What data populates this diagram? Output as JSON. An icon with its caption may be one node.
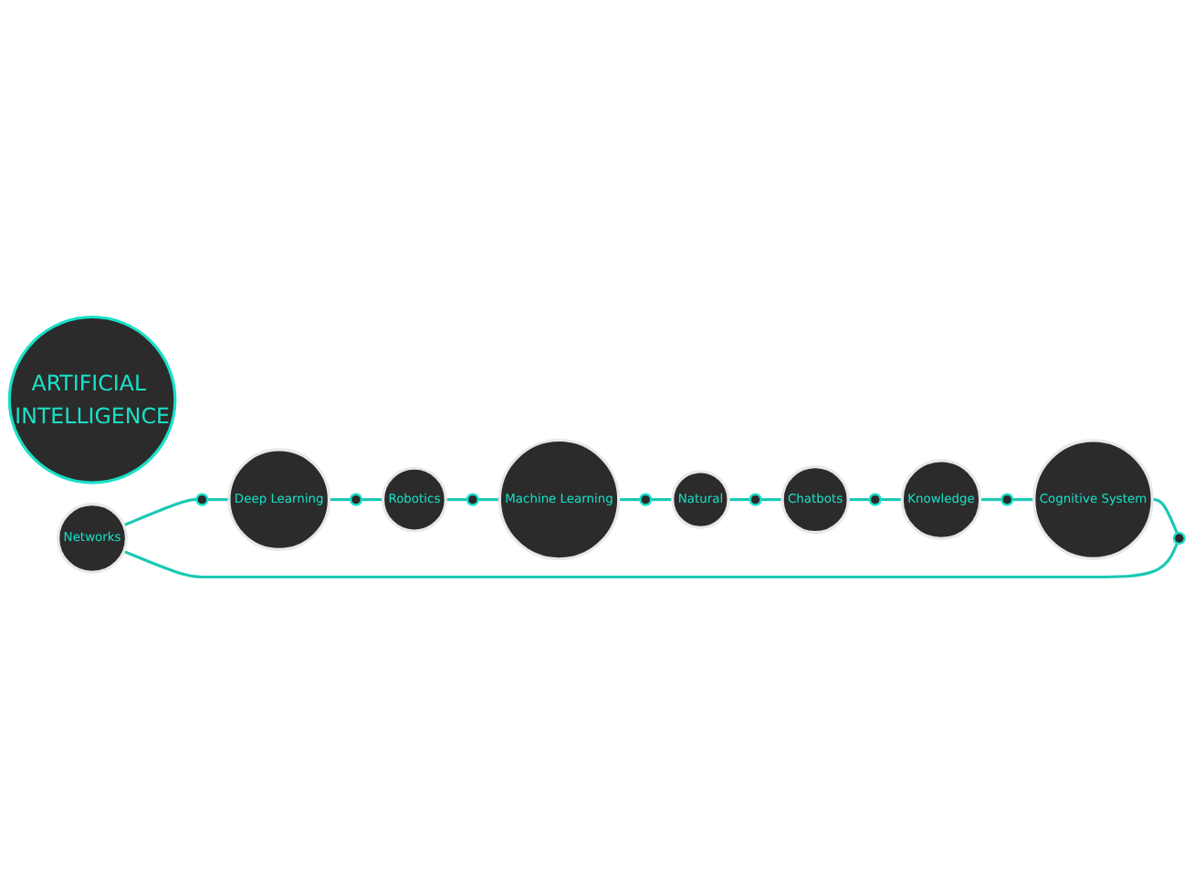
{
  "diagram": {
    "nodes": [
      {
        "text": [
          "ARTIFICIAL INTELLIGENCE"
        ]
      },
      {
        "text": [
          "Networks"
        ]
      },
      {
        "text": [],
        "shape": "circle"
      },
      {
        "text": [
          "Deep Learning"
        ]
      },
      {
        "text": [],
        "shape": "circle"
      },
      {
        "text": [
          "Robotics"
        ]
      },
      {
        "text": [],
        "shape": "circle"
      },
      {
        "text": [
          "Machine Learning"
        ]
      },
      {
        "text": [],
        "shape": "circle"
      },
      {
        "text": [
          "Natural"
        ]
      },
      {
        "text": [],
        "shape": "circle"
      },
      {
        "text": [
          "Chatbots"
        ]
      },
      {
        "text": [],
        "shape": "circle"
      },
      {
        "text": [
          "Knowledge"
        ]
      },
      {
        "text": [],
        "shape": "circle"
      },
      {
        "text": [
          "Cognitive System"
        ]
      },
      {
        "text": [],
        "shape": "circle"
      }
    ],
    "edges": [
      {
        "from": 1,
        "to": 2,
        "arrow": "none"
      },
      {
        "from": 2,
        "to": 3,
        "arrow": "none"
      },
      {
        "from": 3,
        "to": 4,
        "arrow": "none"
      },
      {
        "from": 4,
        "to": 5,
        "arrow": "none"
      },
      {
        "from": 5,
        "to": 6,
        "arrow": "none"
      },
      {
        "from": 6,
        "to": 7,
        "arrow": "none"
      },
      {
        "from": 7,
        "to": 8,
        "arrow": "none"
      },
      {
        "from": 8,
        "to": 9,
        "arrow": "none"
      },
      {
        "from": 9,
        "to": 10,
        "arrow": "none"
      },
      {
        "from": 10,
        "to": 11,
        "arrow": "none"
      },
      {
        "from": 11,
        "to": 12,
        "arrow": "none"
      },
      {
        "from": 12,
        "to": 13,
        "arrow": "none"
      },
      {
        "from": 13,
        "to": 14,
        "arrow": "none"
      },
      {
        "from": 14,
        "to": 15,
        "arrow": "none"
      },
      {
        "from": 15,
        "to": 16,
        "arrow": "none"
      },
      {
        "from": 16,
        "to": 1,
        "arrow": "none"
      }
    ]
  }
}
